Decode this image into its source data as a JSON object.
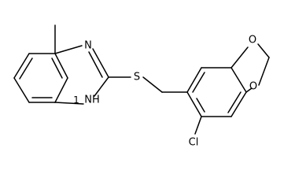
{
  "molecule": {
    "atoms": {
      "n_imidazole_top": "N",
      "nh_imidazole": "NH",
      "nh_index": "1",
      "sulfur": "S",
      "oxygen_top": "O",
      "oxygen_bottom": "O",
      "chlorine": "Cl"
    }
  }
}
